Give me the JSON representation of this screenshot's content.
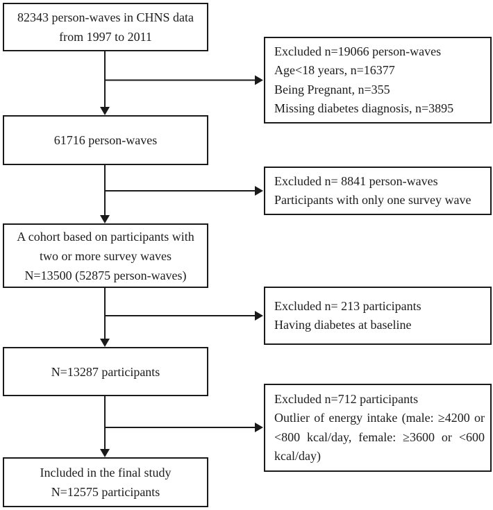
{
  "diagram": {
    "type": "flowchart",
    "background_color": "#ffffff",
    "line_color": "#1a1a1a",
    "text_color": "#1c1c1c",
    "main_boxes": [
      {
        "id": "step-1",
        "lines": [
          "82343 person-waves in CHNS data",
          "from 1997 to 2011"
        ]
      },
      {
        "id": "step-2",
        "lines": [
          "61716 person-waves"
        ]
      },
      {
        "id": "step-3",
        "lines": [
          "A cohort based on participants with",
          "two or more survey waves",
          "N=13500 (52875 person-waves)"
        ]
      },
      {
        "id": "step-4",
        "lines": [
          "N=13287 participants"
        ]
      },
      {
        "id": "step-5",
        "lines": [
          "Included in the final study",
          "N=12575 participants"
        ]
      }
    ],
    "exclusion_boxes": [
      {
        "id": "exclusion-1",
        "lines": [
          "Excluded n=19066 person-waves",
          "Age<18 years, n=16377",
          "Being Pregnant, n=355",
          "Missing diabetes diagnosis, n=3895"
        ]
      },
      {
        "id": "exclusion-2",
        "lines": [
          "Excluded n= 8841 person-waves",
          "Participants with only one survey wave"
        ]
      },
      {
        "id": "exclusion-3",
        "lines": [
          "Excluded n= 213 participants",
          "Having diabetes at baseline"
        ]
      },
      {
        "id": "exclusion-4",
        "lines": [
          "Excluded n=712 participants"
        ],
        "paragraph": "Outlier of energy intake (male: ≥4200 or <800 kcal/day, female: ≥3600 or <600 kcal/day)"
      }
    ],
    "connections": [
      {
        "from": "step-1",
        "to": "step-2",
        "style": "arrow-down"
      },
      {
        "from": "step-1",
        "to": "exclusion-1",
        "style": "arrow-right"
      },
      {
        "from": "step-2",
        "to": "step-3",
        "style": "arrow-down"
      },
      {
        "from": "step-2",
        "to": "exclusion-2",
        "style": "arrow-right"
      },
      {
        "from": "step-3",
        "to": "step-4",
        "style": "arrow-down"
      },
      {
        "from": "step-3",
        "to": "exclusion-3",
        "style": "arrow-right"
      },
      {
        "from": "step-4",
        "to": "step-5",
        "style": "arrow-down"
      },
      {
        "from": "step-4",
        "to": "exclusion-4",
        "style": "arrow-right"
      }
    ]
  }
}
